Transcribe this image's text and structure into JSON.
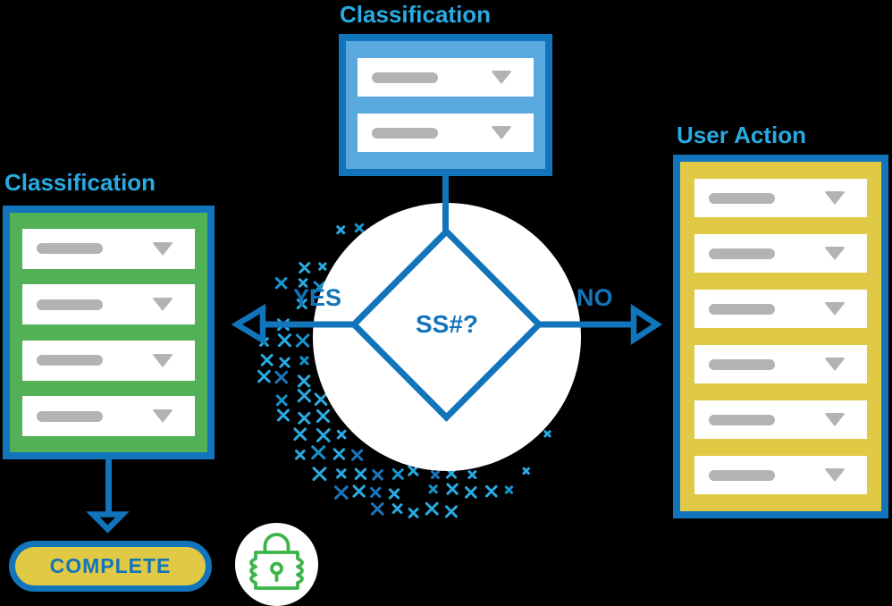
{
  "palette": {
    "bg": "#000000",
    "cyan": "#29ABE2",
    "blue": "#1274BA",
    "lightblue": "#5AA9DE",
    "green": "#52B157",
    "yellow": "#E0C944",
    "gray": "#B3B3B3",
    "white": "#FFFFFF",
    "lockgreen": "#3BB54A",
    "pattern_main": "#29ABE2",
    "pattern_mid": "#1694CE",
    "pattern_dark": "#1B75BC"
  },
  "boxes": {
    "top": {
      "title": "Classification",
      "row_count": 2
    },
    "left": {
      "title": "Classification",
      "row_count": 4
    },
    "right": {
      "title": "User Action",
      "row_count": 6
    }
  },
  "decision": {
    "question": "SS#?",
    "branch_yes": "YES",
    "branch_no": "NO"
  },
  "complete": {
    "label": "COMPLETE"
  },
  "icons": {
    "caret": "caret-down",
    "lock": "padlock-outline",
    "pattern": "halftone-x-crescent"
  }
}
